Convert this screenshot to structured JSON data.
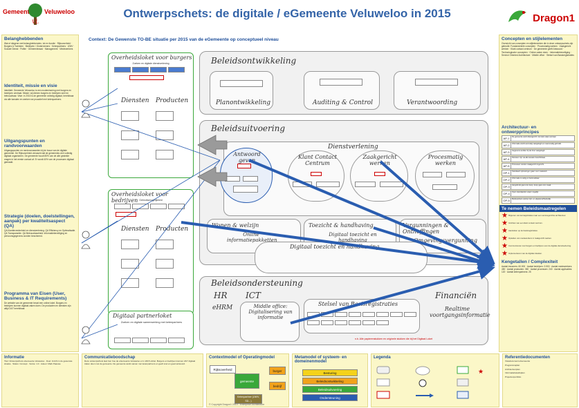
{
  "header": {
    "logo_left_a": "Gemeente",
    "logo_left_b": "Veluweloo",
    "logo_left_c": "VL",
    "title": "Ontwerpschets: de digitale / eGemeente Veluweloo in 2015",
    "logo_right": "Dragon1"
  },
  "left": {
    "sections": [
      {
        "title": "Belanghebbenden",
        "body": "Wat of diegene met belanghebbenden, tot en functie · Rijksoverheid · Burgers & Toeristen · Bedrijven / Ondernemers · Ketenpartners · UWV · Sociale Dienst · Politie · Gemeenteraad · Management · Medewerkers"
      },
      {
        "title": "Identiteit, missie en visie",
        "body": "Identiteit: Gemeente Veluweloo is een modernisering met burgers en bedrijven centraal. Missie: wij dienen burgers en bedrijven snel en betrouwbaar. Visie: in 2015 is de gemeente volledig digitaal, bereikbaar via alle kanalen en werken we proactief met ketenpartners."
      },
      {
        "title": "Uitgangspunten en randvoorwaarden",
        "body": "Uitgangspunten en randvoorwaarden bij de bouw van de digitale gemeente. De Rijksoverheid verwacht dat de gemeentes zich volledig digitaal organiseren. De gemeente houdt 80% van de alle gestelde vragen in het eerste contact af. Er wordt 40% van de processen digitaal gemaakt."
      },
      {
        "title": "Strategie (doelen, doelstellingen, aanpak) per kwaliteitsaspect (QA)",
        "body": "QA Klanttevredenheid en dienstverlening. QA Efficiency en Optimalisatie. QA Transparantie. QA Betrouwbaarheid: informatiebeveiliging en persoonsgegevens worden beschermd."
      },
      {
        "title": "Programma van Eisen (User, Business & IT Requirements)",
        "body": "De website van de gemeente bevat een online loket. Burgers en bedrijven kunnen digitaal zaken doen. De producten en diensten zijn altijd 24/7 bereikbaar."
      }
    ]
  },
  "center": {
    "context": "Context: De Gewenste TO-BE situatie per 2015 van de eGemeente op conceptueel niveau",
    "loket_burgers": "Overheidsloket voor burgers",
    "loket_burgers_sub": "Zoeken en digitale dienstverlening",
    "loket_bedrijven": "Overheidsloket voor bedrijven",
    "loket_bedrijven_sub": "Gebruiksmogelijkheid",
    "partnerloket": "Digitaal partnerloket",
    "partnerloket_sub": "Zoeken en digitale samenwerking met ketenpartners",
    "beleidsontwikkeling": "Beleidsontwikkeling",
    "planontwikkeling": "Planontwikkeling",
    "audit": "Auditing & Control",
    "verantwoording": "Verantwoording",
    "beleidsuitvoering": "Beleidsuitvoering",
    "dienstverlening": "Dienstverlening",
    "antwoord": "Antwoord geven",
    "klantcontact": "Klant Contact Centrum",
    "zaakgericht": "Zaakgericht werken",
    "procesmatig": "Procesmatig werken",
    "vergunningen": "Vergunningen & Ontheffingen",
    "wonen": "Wonen & welzijn",
    "toezicht": "Toezicht & handhaving",
    "omgeving": "Omgevingsvergunning",
    "informatiepakketten": "Online informatiepakketten",
    "digitaal_toezicht": "Digitaal toezicht en handhaving",
    "digitaal_toezicht_overig": "Digitaal toezicht en handhaving",
    "beleidsondersteuning": "Beleidsondersteuning",
    "hr": "HR",
    "ict": "ICT",
    "financien": "Financiën",
    "ehrm": "eHRM",
    "middleoffice": "Middle office: Digitalisering van informatie",
    "stelsel": "Stelsel van Basisregistraties",
    "realtime": "Realtime voortgangsinformatie",
    "diensten": "Diensten",
    "producten": "Producten",
    "note": "n.b. Alle papierenstukken en originele stukken die bij het Digitaal Loket"
  },
  "right": {
    "concepten_title": "Concepten en stijlelementen",
    "concepten_body": "Overzicht van concepten en stijlelementen die in deze ontwerpschets zijn gebruikt: Fundamentele concepten · Procesmatig werken · Zaakgericht werken · Klant contact centrum · De gemeente geeft Antwoord · Technologische concepten · Online zaken doen · Informatiebeveiliging · Service Oriented Architecture · Middle office · Stelsel van Basisregistraties",
    "principes_title": "Architectuur- en ontwerpprincipes",
    "principes": [
      {
        "code": "AP-1",
        "text": "De gemeente werkt klantgericht: de klant staat centraal."
      },
      {
        "code": "AP-2",
        "text": "Informatie wordt eenmalig vastgelegd en meervoudig gebruikt."
      },
      {
        "code": "AP-3",
        "text": "Gegevens worden bij de bron vastgelegd."
      },
      {
        "code": "AP-4",
        "text": "Diensten zijn via alle kanalen beschikbaar."
      },
      {
        "code": "AP-5",
        "text": "Processen worden zaakgericht ingericht."
      },
      {
        "code": "OP-1",
        "text": "Standaard oplossingen gaan voor maatwerk."
      },
      {
        "code": "OP-2",
        "text": "Informatie is veilig en betrouwbaar."
      },
      {
        "code": "OP-3",
        "text": "Hergebruik gaat voor koop, koop gaat voor maak."
      },
      {
        "code": "OP-4",
        "text": "Open standaarden waar mogelijk."
      },
      {
        "code": "OP-5",
        "text": "Medewerkers werken tijd- en plaatsonafhankelijk."
      }
    ],
    "maatregelen_title": "Te nemen Beleidsmaatregelen",
    "maatregelen": [
      "Migreren van kernapplicaties naar een servicegerichte architectuur.",
      "Inrichten van een klant contact centrum.",
      "Aansluiten op de basisregistraties.",
      "Opleiden van medewerkers in zaakgericht werken.",
      "Communiceren met burgers en bedrijven over de digitale dienstverlening.",
      "Implementeren van de digitale loketten."
    ],
    "kengetallen_title": "Kengetallen / Complexiteit",
    "kengetallen_body": "Aantal inwoners: 60.000 · Aantal bedrijven: 3.500 · Aantal medewerkers: 450 · Aantal producten: 350 · Aantal processen: 240 · Aantal applicaties: 120 · Aantal ketenpartners: 25"
  },
  "bottom": {
    "informatie_title": "Informatie",
    "informatie_body": "Titel: Ontwerpschets eGemeente Veluweloo · Doel: Inzicht in de gewenste situatie · Status: Concept · Versie: 1.0 · Auteur: Mark Paauwe",
    "communicatie_title": "Communicatieboodschap",
    "communicatie_body": "Deze ontwerpschets laat zien hoe de eGemeente Veluweloo er in 2015 uitziet. Burgers en bedrijven kunnen 24/7 digitaal zaken doen met de gemeente. De gemeente werkt samen met ketenpartners en geeft snel en goed antwoord.",
    "context_title": "Contextmodel of Operatingmodel",
    "ctx_rijks": "Rijksoverheid",
    "ctx_gem": "gemeente",
    "ctx_burger": "burger",
    "ctx_bedrijf": "bedrijf",
    "ctx_keten": "Ketenpartner (UWV, SD...)",
    "meta_title": "Metamodel of systeem- en domeinenmodel",
    "meta_layers": [
      "Besturing",
      "Beleidsontwikkeling",
      "Beleidsuitvoering",
      "Ondersteuning"
    ],
    "legenda_title": "Legenda",
    "ref_title": "Referentiedocumenten",
    "ref_items": [
      "Visiedocument eGemeente",
      "Programmaplan",
      "Architectuurplan",
      "Informatiebeleidsplan",
      "Projectenportfolio"
    ],
    "copyright": "© Copyright Dragon1 2010 - Enterprise Architecture"
  },
  "colors": {
    "title_blue": "#3464a8",
    "section_blue": "#1f4f9a",
    "panel_yellow": "#fbf7c8",
    "arrow_blue": "#2a5db0",
    "red": "#cc0000",
    "green": "#3aa83a"
  }
}
